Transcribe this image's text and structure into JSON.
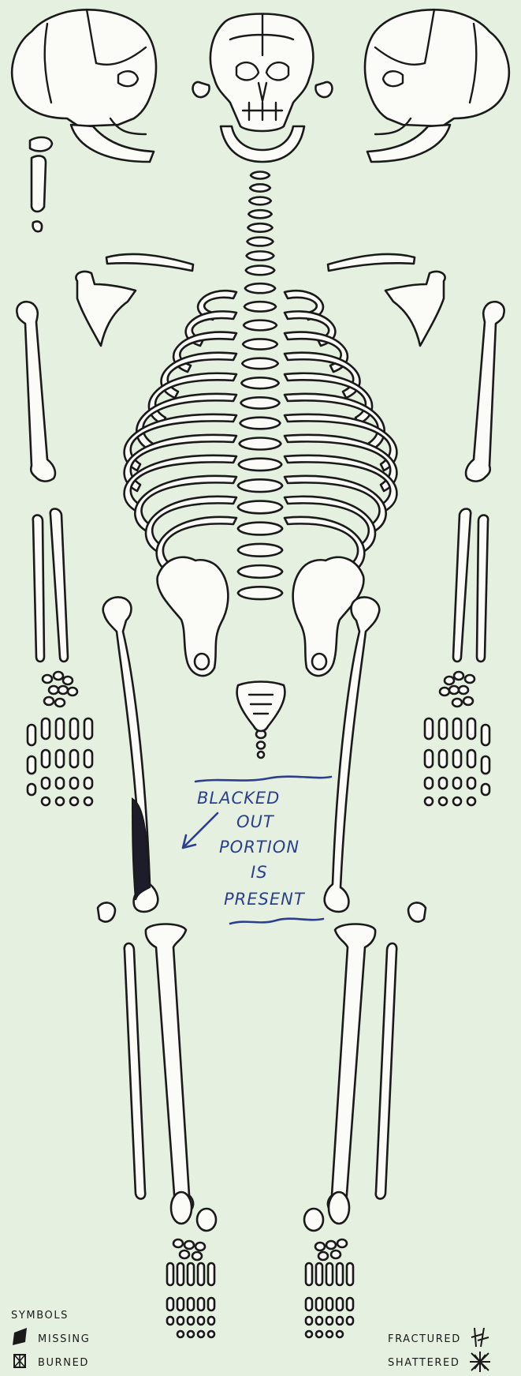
{
  "annotation": {
    "lines": [
      "BLACKED",
      "OUT",
      "PORTION",
      "IS",
      "PRESENT"
    ]
  },
  "legend": {
    "title": "SYMBOLS",
    "missing": "MISSING",
    "burned": "BURNED",
    "fractured": "FRACTURED",
    "shattered": "SHATTERED"
  },
  "colors": {
    "paper": "#e6f0e0",
    "bone_fill": "#fbfcf8",
    "outline": "#1a1a1a",
    "annotation_ink": "#2b3f8e",
    "blacked_out_portion": "#1c1c2a"
  },
  "icons": [
    "missing-symbol-icon",
    "burned-symbol-icon",
    "fractured-symbol-icon",
    "shattered-symbol-icon"
  ]
}
